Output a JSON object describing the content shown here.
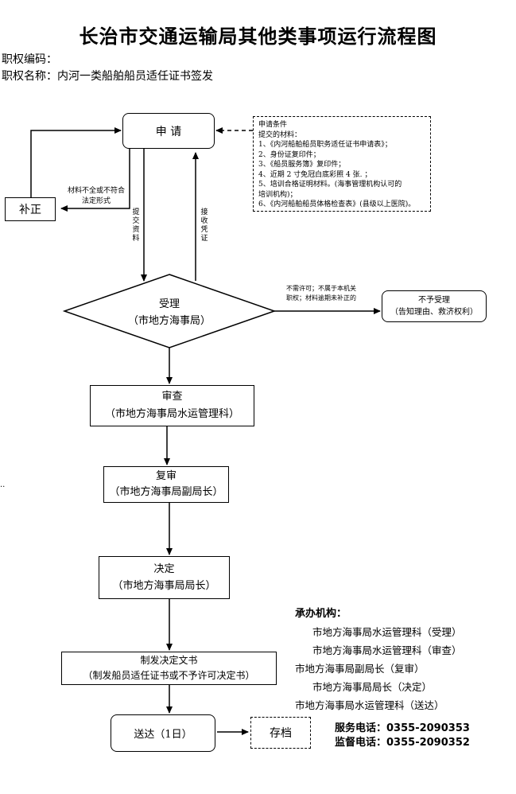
{
  "title": "长治市交通运输局其他类事项运行流程图",
  "power_code_label": "职权编码：",
  "power_name_label": "职权名称：",
  "power_name_value": "内河一类船舶船员适任证书签发",
  "nodes": {
    "apply": "申 请",
    "correct": "补正",
    "accept_title": "受理",
    "accept_org": "（市地方海事局）",
    "reject_title": "不予受理",
    "reject_detail": "（告知理由、救济权利）",
    "review_title": "审查",
    "review_org": "（市地方海事局水运管理科）",
    "recheck_title": "复审",
    "recheck_org": "（市地方海事局副局长）",
    "decide_title": "决定",
    "decide_org": "（市地方海事局局长）",
    "doc_title": "制发决定文书",
    "doc_detail": "（制发船员适任证书或不予许可决定书）",
    "deliver": "送达（1日）",
    "archive": "存档"
  },
  "conditions": {
    "heading": "申请条件",
    "subheading": "提交的材料：",
    "items": [
      "1、《内河船舶船员职务适任证书申请表》；",
      "2、身份证复印件；",
      "3、《船员服务簿》复印件；",
      "4、近期 2 寸免冠白底彩照 4 张. ；",
      "5、培训合格证明材料。(海事管理机构认可的",
      "培训机构)；",
      "6、《内河船舶船员体格检查表》(县级以上医院)。"
    ]
  },
  "edge_labels": {
    "incomplete_line1": "材料不全或不符合",
    "incomplete_line2": "法定形式",
    "submit": "提交资料",
    "receipt": "接收凭证",
    "reject_line1": "不需许可；不属于本机关",
    "reject_line2": "职权；材料逾期未补正的"
  },
  "handlers": {
    "heading": "承办机构：",
    "lines": [
      "市地方海事局水运管理科（受理）",
      "市地方海事局水运管理科（审查）",
      "市地方海事局副局长（复审）",
      "市地方海事局局长（决定）",
      "市地方海事局水运管理科（送达）"
    ]
  },
  "contacts": {
    "service_label": "服务电话：",
    "service_phone": "0355-2090353",
    "supervise_label": "监督电话：",
    "supervise_phone": "0355-2090352"
  },
  "stray_mark": ".."
}
